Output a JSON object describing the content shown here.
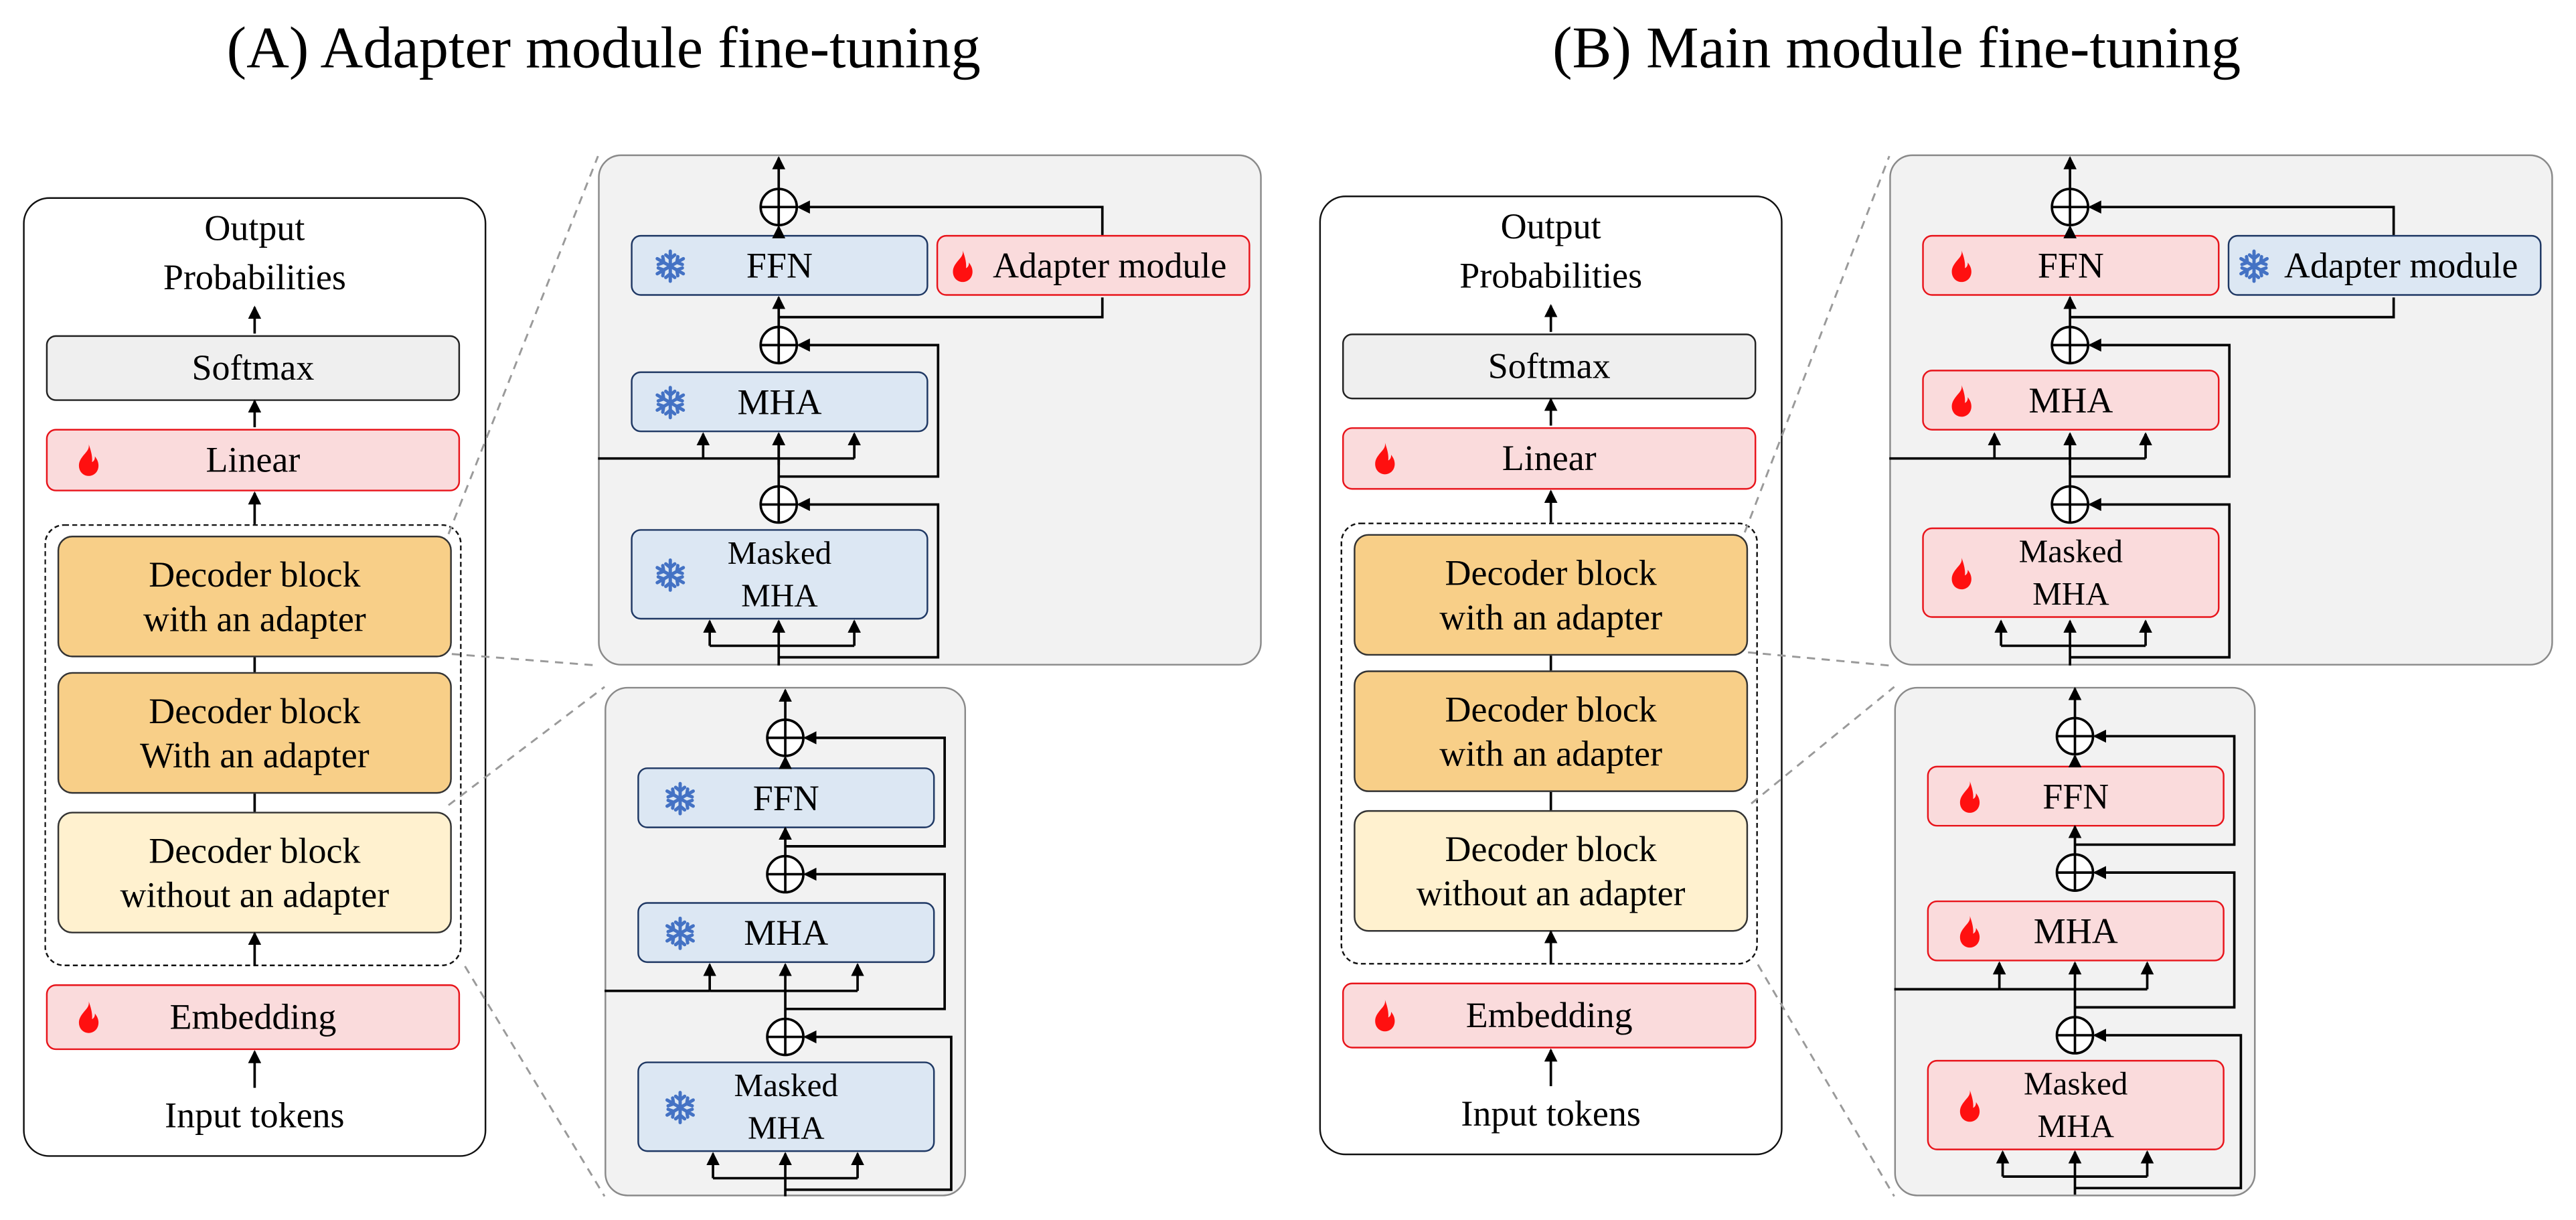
{
  "titles": {
    "a": "(A) Adapter module fine-tuning",
    "b": "(B) Main module fine-tuning"
  },
  "stack": {
    "output_line1": "Output",
    "output_line2": "Probabilities",
    "softmax": "Softmax",
    "linear": "Linear",
    "embedding": "Embedding",
    "input": "Input tokens"
  },
  "panel_a": {
    "decoder1_line1": "Decoder block",
    "decoder1_line2": "with an adapter",
    "decoder2_line1": "Decoder block",
    "decoder2_line2": "With an adapter",
    "decoder3_line1": "Decoder block",
    "decoder3_line2": "without an adapter"
  },
  "panel_b": {
    "decoder1_line1": "Decoder block",
    "decoder1_line2": "with an adapter",
    "decoder2_line1": "Decoder block",
    "decoder2_line2": "with an adapter",
    "decoder3_line1": "Decoder block",
    "decoder3_line2": "without an adapter"
  },
  "modules": {
    "ffn": "FFN",
    "mha": "MHA",
    "masked_line1": "Masked",
    "masked_line2": "MHA",
    "adapter": "Adapter module"
  },
  "icons": {
    "trainable": "fire-icon",
    "frozen": "snowflake-icon"
  },
  "colors": {
    "trainable_fill": "#fadbdc",
    "trainable_border": "#e8141b",
    "frozen_fill": "#dce7f3",
    "frozen_border": "#1f3864",
    "decoder_adapter": "#f8cf88",
    "decoder_plain": "#fff1cf"
  }
}
